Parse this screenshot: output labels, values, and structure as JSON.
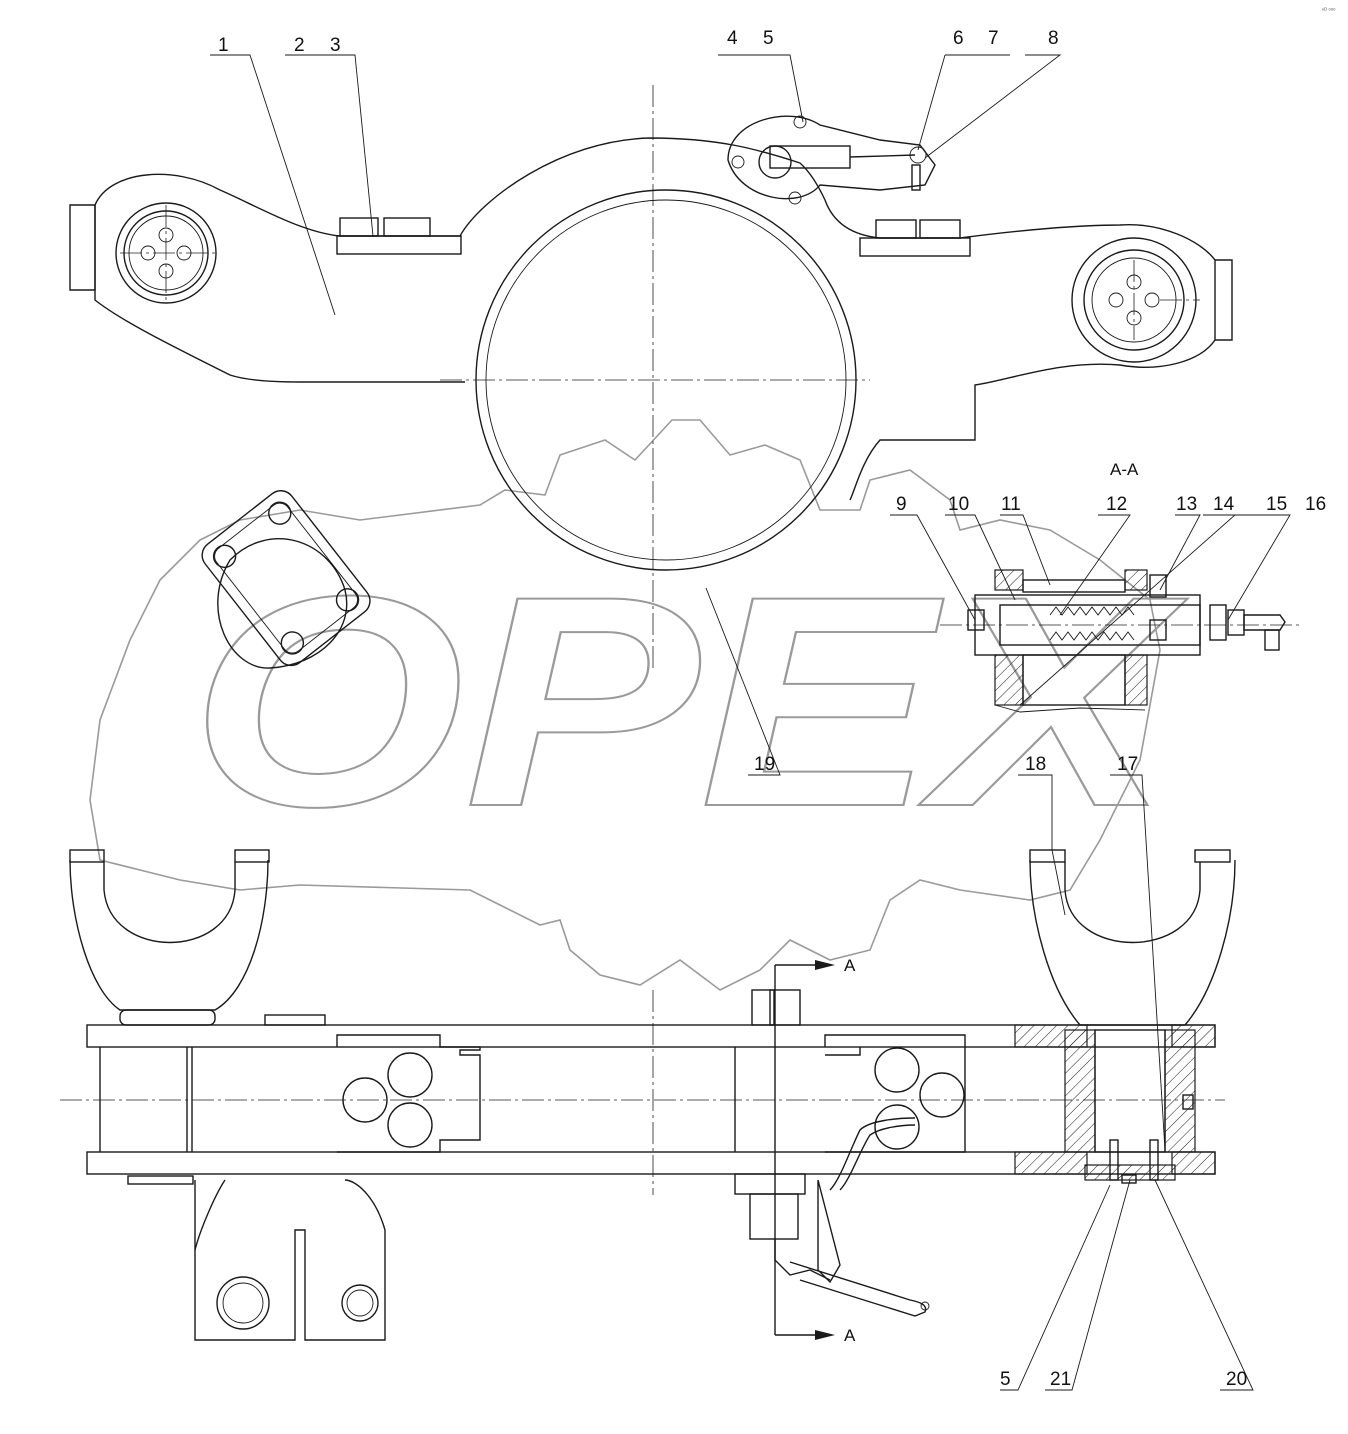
{
  "callouts": [
    "1",
    "2",
    "3",
    "4",
    "5",
    "6",
    "7",
    "8",
    "9",
    "10",
    "11",
    "12",
    "13",
    "14",
    "15",
    "16",
    "17",
    "18",
    "19",
    "5",
    "21",
    "20"
  ],
  "section_title": "A-A",
  "section_mark": "A",
  "watermark_text": "OPEX",
  "corner_mark": "ⁿᴰ ᵒᵒᵒ",
  "colors": {
    "line": "#1a1a1a",
    "watermark": "#9a9a9a",
    "background": "#ffffff"
  }
}
